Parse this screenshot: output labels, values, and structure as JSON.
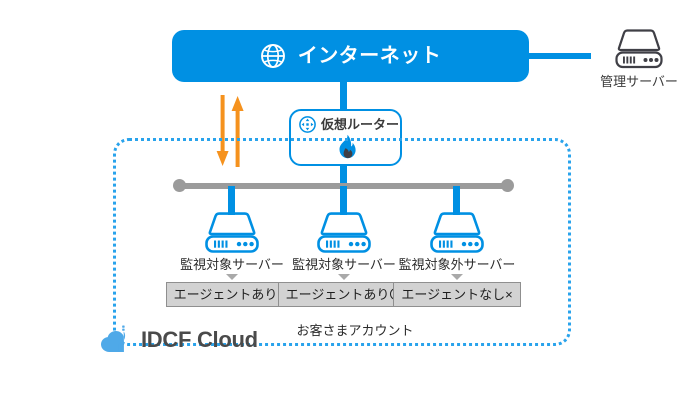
{
  "diagram": {
    "internet": {
      "label": "インターネット",
      "icon": "globe-icon",
      "color": "#0090e3"
    },
    "management_server": {
      "label": "管理サーバー",
      "icon": "server-icon"
    },
    "virtual_router": {
      "label": "仮想ルーター",
      "icon": "router-icon",
      "secondary_icon": "flame-icon",
      "border_color": "#0090e3"
    },
    "account_box": {
      "caption": "お客さまアカウント",
      "border_color": "#29a3ec"
    },
    "arrows": {
      "down": "arrow-down-icon",
      "up": "arrow-up-icon",
      "color": "#f5921e"
    },
    "bus": {
      "color": "#9b9b9b",
      "drop_color": "#0090e3"
    },
    "nodes": [
      {
        "label": "監視対象サーバー",
        "badge": "エージェントあり〇",
        "icon": "server-icon"
      },
      {
        "label": "監視対象サーバー",
        "badge": "エージェントあり〇",
        "icon": "server-icon"
      },
      {
        "label": "監視対象外サーバー",
        "badge": "エージェントなし×",
        "icon": "server-icon"
      }
    ],
    "brand": {
      "label": "IDCF Cloud",
      "icon": "cloud-icon",
      "color": "#4a4a4a"
    }
  }
}
